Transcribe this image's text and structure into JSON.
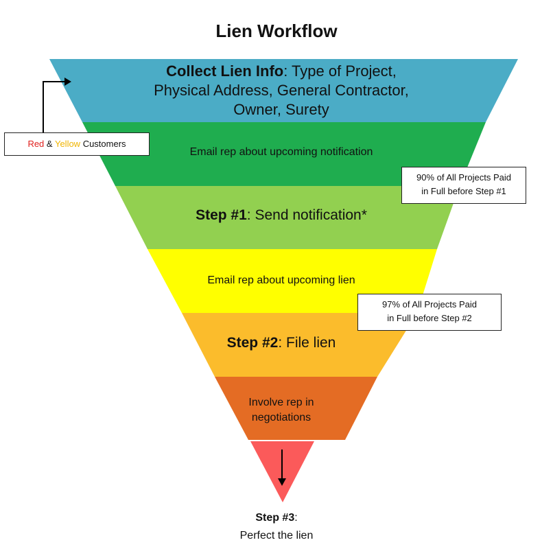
{
  "title": "Lien Workflow",
  "levels": [
    {
      "bold": "Collect Lien Info",
      "rest_line1": ": Type of Project,",
      "line2": "Physical Address, General Contractor,",
      "line3": "Owner, Surety",
      "color": "#4bacc6"
    },
    {
      "text": "Email rep about upcoming notification",
      "color": "#1fad4f"
    },
    {
      "bold": "Step #1",
      "rest": ": Send notification*",
      "color": "#92d050"
    },
    {
      "text": "Email rep about upcoming lien",
      "color": "#ffff00"
    },
    {
      "bold": "Step #2",
      "rest": ": File lien",
      "color": "#fbbc2c"
    },
    {
      "line1": "Involve rep in",
      "line2": "negotiations",
      "color": "#e46c24"
    },
    {
      "color": "#fb5a5a"
    }
  ],
  "customers_box": {
    "red": "Red",
    "amp": " & ",
    "yellow": "Yellow",
    "rest": " Customers"
  },
  "note_90": {
    "line1": "90% of All Projects Paid",
    "line2": "in Full before Step #1"
  },
  "note_97": {
    "line1": "97% of All Projects Paid",
    "line2": "in Full before Step #2"
  },
  "step3": {
    "bold": "Step #3",
    "colon": ":",
    "line2": "Perfect the lien"
  }
}
